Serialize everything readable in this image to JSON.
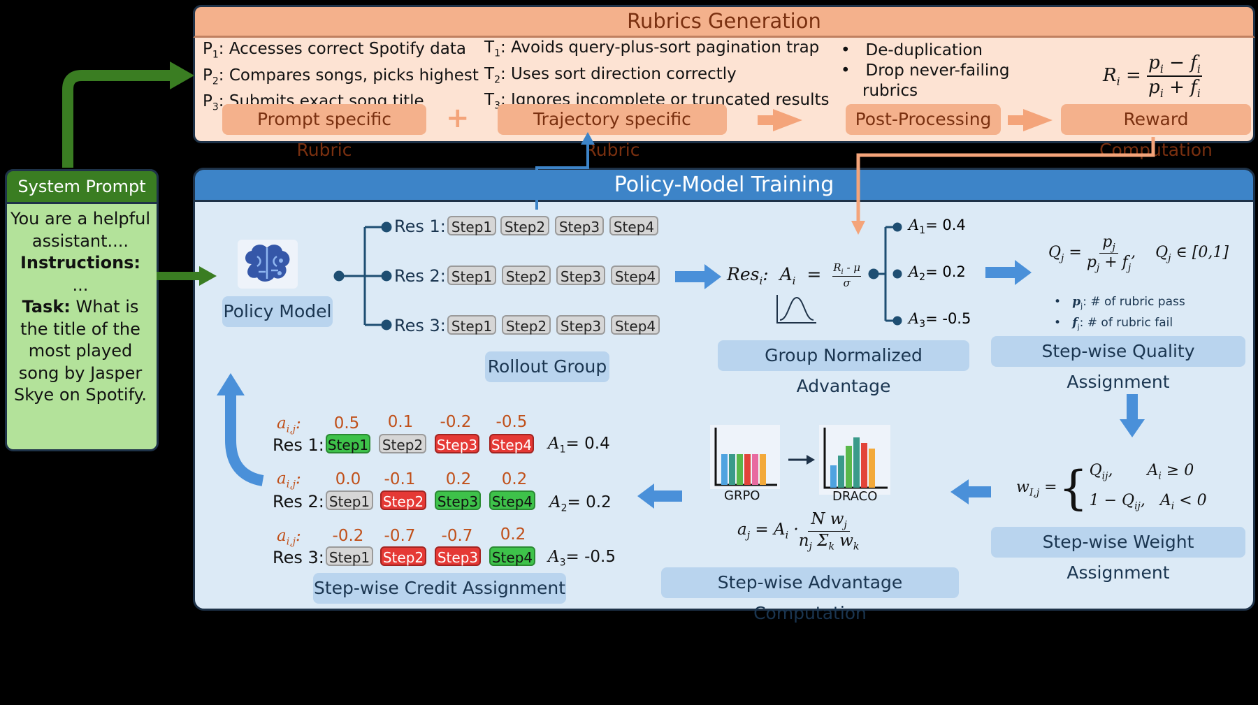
{
  "rubrics": {
    "title": "Rubrics Generation",
    "prompt_rubrics": [
      {
        "sym": "P",
        "sub": "1",
        "text": ": Accesses correct Spotify data"
      },
      {
        "sym": "P",
        "sub": "2",
        "text": ": Compares songs, picks highest"
      },
      {
        "sym": "P",
        "sub": "3",
        "text": ": Submits exact song title"
      }
    ],
    "trajectory_rubrics": [
      {
        "sym": "T",
        "sub": "1",
        "text": ": Avoids query-plus-sort pagination trap"
      },
      {
        "sym": "T",
        "sub": "2",
        "text": ": Uses sort direction correctly"
      },
      {
        "sym": "T",
        "sub": "3",
        "text": ": Ignores incomplete or truncated results"
      }
    ],
    "post_items": [
      "De-duplication",
      "Drop never-failing",
      "rubrics"
    ],
    "reward_formula": {
      "lhs": "R",
      "lhs_sub": "i",
      "num": "p",
      "num_sub1": "i",
      "minus": " − f",
      "num_sub2": "i",
      "den": "p",
      "den_sub1": "i",
      "plus": " + f",
      "den_sub2": "i"
    },
    "tags": {
      "prompt": "Prompt specific Rubric",
      "plus": "+",
      "trajectory": "Trajectory specific Rubric",
      "post": "Post-Processing",
      "reward": "Reward Computation"
    }
  },
  "system": {
    "title": "System Prompt",
    "line1": "You are a helpful assistant....",
    "instr": "Instructions:",
    "ellipsis": "...",
    "task_label": "Task:",
    "task_text": " What is the title of the most played song by Jasper Skye on Spotify."
  },
  "policy": {
    "title": "Policy-Model Training",
    "model_label": "Policy Model",
    "rollout_label": "Rollout Group",
    "responses": [
      "Res 1:",
      "Res 2:",
      "Res 3:"
    ],
    "steps": [
      "Step1",
      "Step2",
      "Step3",
      "Step4"
    ],
    "group_adv": {
      "label": "Group Normalized Advantage",
      "res": "Res",
      "res_sub": "i",
      "eq": "A",
      "eq_sub": "i",
      "frac_num": "R",
      "frac_num_sub": "i",
      "frac_num_tail": " - μ",
      "frac_den": "σ",
      "values": [
        {
          "a": "A",
          "sub": "1",
          "text": "= 0.4"
        },
        {
          "a": "A",
          "sub": "2",
          "text": "= 0.2"
        },
        {
          "a": "A",
          "sub": "3",
          "text": "= -0.5"
        }
      ]
    },
    "quality": {
      "label": "Step-wise Quality Assignment",
      "lhs": "Q",
      "lhs_sub": "j",
      "num": "p",
      "num_sub": "j",
      "den": "p",
      "den_sub": "j",
      "den_plus": " + f",
      "den_sub2": "j",
      "range": "Q",
      "range_sub": "j",
      "range_text": " ∈ [0,1]",
      "bullets": [
        {
          "sym": "p",
          "sub": "j",
          "text": ": # of rubric pass"
        },
        {
          "sym": "f",
          "sub": "j",
          "text": ": # of rubric fail"
        }
      ]
    },
    "weight": {
      "label": "Step-wise Weight Assignment",
      "lhs": "w",
      "lhs_sub": "I,j",
      "case1": "Q",
      "case1_sub": "ij",
      "cond1": "A",
      "cond1_sub": "i",
      "cond1_text": " ≥ 0",
      "case2": "1 − Q",
      "case2_sub": "ij",
      "cond2": "A",
      "cond2_sub": "i",
      "cond2_text": " < 0"
    },
    "advantage": {
      "label": "Step-wise Advantage Computation",
      "from": "GRPO",
      "to": "DRACO",
      "lhs": "a",
      "lhs_sub": "j",
      "mid": " = A",
      "mid_sub": "i",
      "dot": " · ",
      "num": "N w",
      "num_sub": "j",
      "den": "n",
      "den_sub": "j",
      "den_mid": " Σ",
      "den_mid_sub": "k",
      "den_tail": " w",
      "den_tail_sub": "k"
    },
    "credit": {
      "label": "Step-wise Credit Assignment",
      "a": "a",
      "a_sub": "i,j",
      "colon": ":",
      "rows": [
        {
          "res": "Res 1:",
          "values": [
            "0.5",
            "0.1",
            "-0.2",
            "-0.5"
          ],
          "colors": [
            "green",
            "gray",
            "red",
            "red"
          ],
          "adv": "A",
          "adv_sub": "1",
          "adv_text": "= 0.4"
        },
        {
          "res": "Res 2:",
          "values": [
            "0.0",
            "-0.1",
            "0.2",
            "0.2"
          ],
          "colors": [
            "gray",
            "red",
            "green",
            "green"
          ],
          "adv": "A",
          "adv_sub": "2",
          "adv_text": "= 0.2"
        },
        {
          "res": "Res 3:",
          "values": [
            "-0.2",
            "-0.7",
            "-0.7",
            "0.2"
          ],
          "colors": [
            "gray",
            "red",
            "red",
            "green"
          ],
          "adv": "A",
          "adv_sub": "3",
          "adv_text": "= -0.5"
        }
      ]
    }
  },
  "colors": {
    "orange_tag": "#f4b18c",
    "blue_tag": "#b9d4ee",
    "green_step": "#3ec24a",
    "red_step": "#e53935",
    "arrow_blue": "#3d84c8",
    "arrow_green": "#3a7d22",
    "arrow_orange": "#f4a47a"
  }
}
